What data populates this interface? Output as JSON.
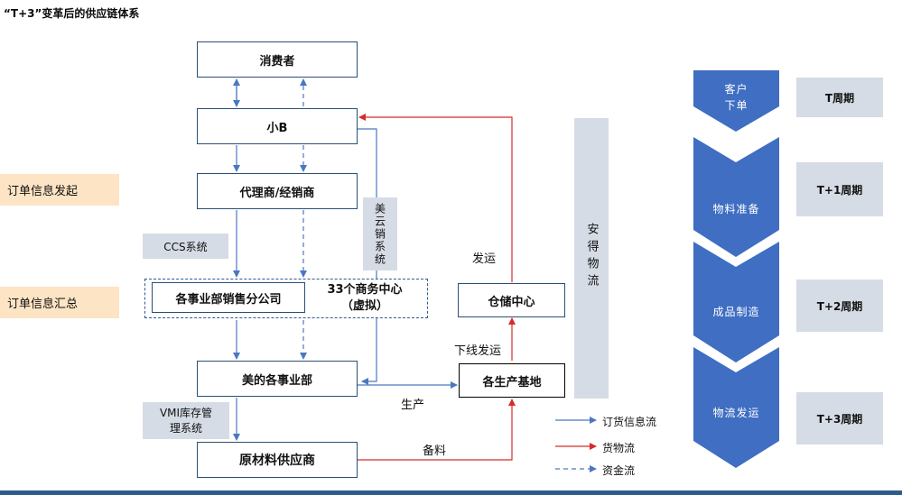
{
  "title": "“T+3”变革后的供应链体系",
  "nodes": {
    "consumer": "消费者",
    "small_b": "小B",
    "agent": "代理商/经销商",
    "branch": "各事业部销售分公司",
    "business_center_line1": "33个商务中心",
    "business_center_line2": "（虚拟）",
    "midea_division": "美的各事业部",
    "supplier": "原材料供应商",
    "warehouse": "仓储中心",
    "production_base": "各生产基地"
  },
  "side_labels": {
    "order_initiate": "订单信息发起",
    "order_summary": "订单信息汇总",
    "ccs_system": "CCS系统",
    "meiyunxiao": "美云销系统",
    "vmi_line1": "VMI库存管",
    "vmi_line2": "理系统",
    "anlogistics": "安得物流"
  },
  "edge_labels": {
    "ship": "发运",
    "offline_ship": "下线发运",
    "produce": "生产",
    "material": "备料"
  },
  "legend": {
    "order_flow": "订货信息流",
    "goods_flow": "货物流",
    "fund_flow": "资金流"
  },
  "timeline": [
    {
      "stage_line1": "客户",
      "stage_line2": "下单",
      "period": "T周期"
    },
    {
      "stage_line1": "物料准备",
      "stage_line2": "",
      "period": "T+1周期"
    },
    {
      "stage_line1": "成品制造",
      "stage_line2": "",
      "period": "T+2周期"
    },
    {
      "stage_line1": "物流发运",
      "stage_line2": "",
      "period": "T+3周期"
    }
  ],
  "colors": {
    "box_border": "#2a4f74",
    "blue_arrow": "#4a78c0",
    "red_arrow": "#d62b2b",
    "chevron": "#3f6ec2",
    "grey_label": "#d6dce5",
    "peach_label": "#fce4c4"
  }
}
